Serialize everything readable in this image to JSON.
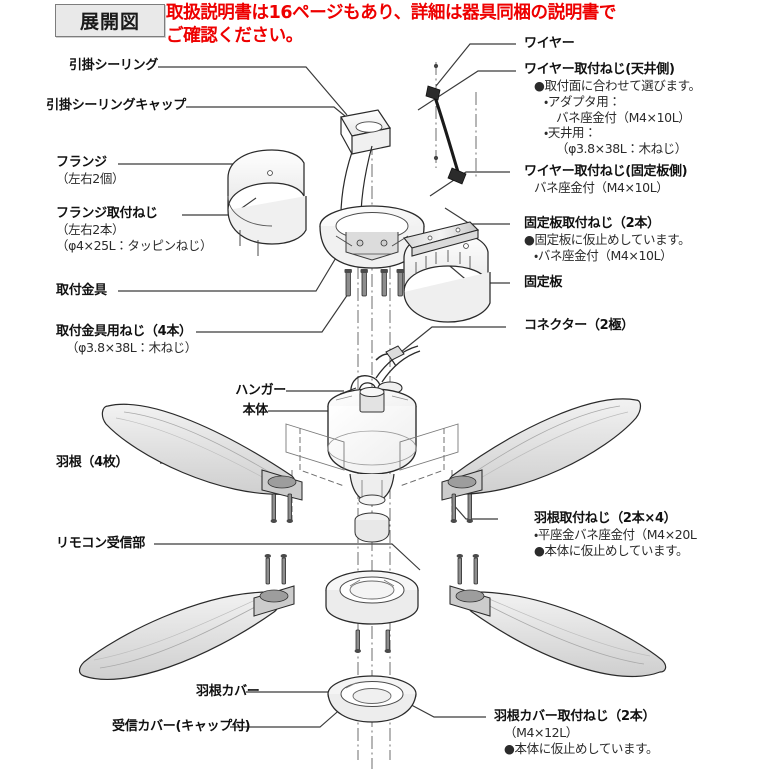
{
  "document": {
    "title_badge": "展開図",
    "notice_line1": "取扱説明書は16ページもあり、詳細は器具同梱の説明書で",
    "notice_line2": "ご確認ください。",
    "notice_color": "#ee0000",
    "title_badge_bg": "#e9e9e9"
  },
  "labels": {
    "ceiling_hook": {
      "title": "引掛シーリング"
    },
    "ceiling_hook_cap": {
      "title": "引掛シーリングキャップ"
    },
    "flange": {
      "title": "フランジ",
      "sub1": "（左右2個）"
    },
    "flange_screw": {
      "title": "フランジ取付ねじ",
      "sub1": "（左右2本）",
      "sub2": "（φ4×25L：タッピンねじ）"
    },
    "mounting_bracket": {
      "title": "取付金具"
    },
    "mounting_bracket_screw": {
      "title": "取付金具用ねじ（4本）",
      "sub1": "（φ3.8×38L：木ねじ）"
    },
    "blade": {
      "title": "羽根（4枚）"
    },
    "remote_receiver": {
      "title": "リモコン受信部"
    },
    "blade_cover": {
      "title": "羽根カバー"
    },
    "receiver_cover": {
      "title": "受信カバー(キャップ付)"
    },
    "hanger": {
      "title": "ハンガー"
    },
    "body": {
      "title": "本体"
    },
    "wire": {
      "title": "ワイヤー"
    },
    "wire_screw_ceiling": {
      "title": "ワイヤー取付ねじ(天井側)",
      "sub1": "●取付面に合わせて選びます。",
      "sub2": "・アダプタ用：",
      "sub3": "バネ座金付（M4×10L）",
      "sub4": "・天井用：",
      "sub5": "（φ3.8×38L：木ねじ）"
    },
    "wire_screw_plate": {
      "title": "ワイヤー取付ねじ(固定板側)",
      "sub1": "バネ座金付（M4×10L）"
    },
    "fixing_plate_screw": {
      "title": "固定板取付ねじ（2本）",
      "sub1": "●固定板に仮止めしています。",
      "sub2": "・バネ座金付（M4×10L）"
    },
    "fixing_plate": {
      "title": "固定板"
    },
    "connector": {
      "title": "コネクター（2極）"
    },
    "blade_screw": {
      "title": "羽根取付ねじ（2本×4）",
      "sub1": "・平座金バネ座金付（M4×20L",
      "sub2": "●本体に仮止めしています。"
    },
    "blade_cover_screw": {
      "title": "羽根カバー取付ねじ（2本）",
      "sub1": "（M4×12L）",
      "sub2": "●本体に仮止めしています。"
    }
  }
}
